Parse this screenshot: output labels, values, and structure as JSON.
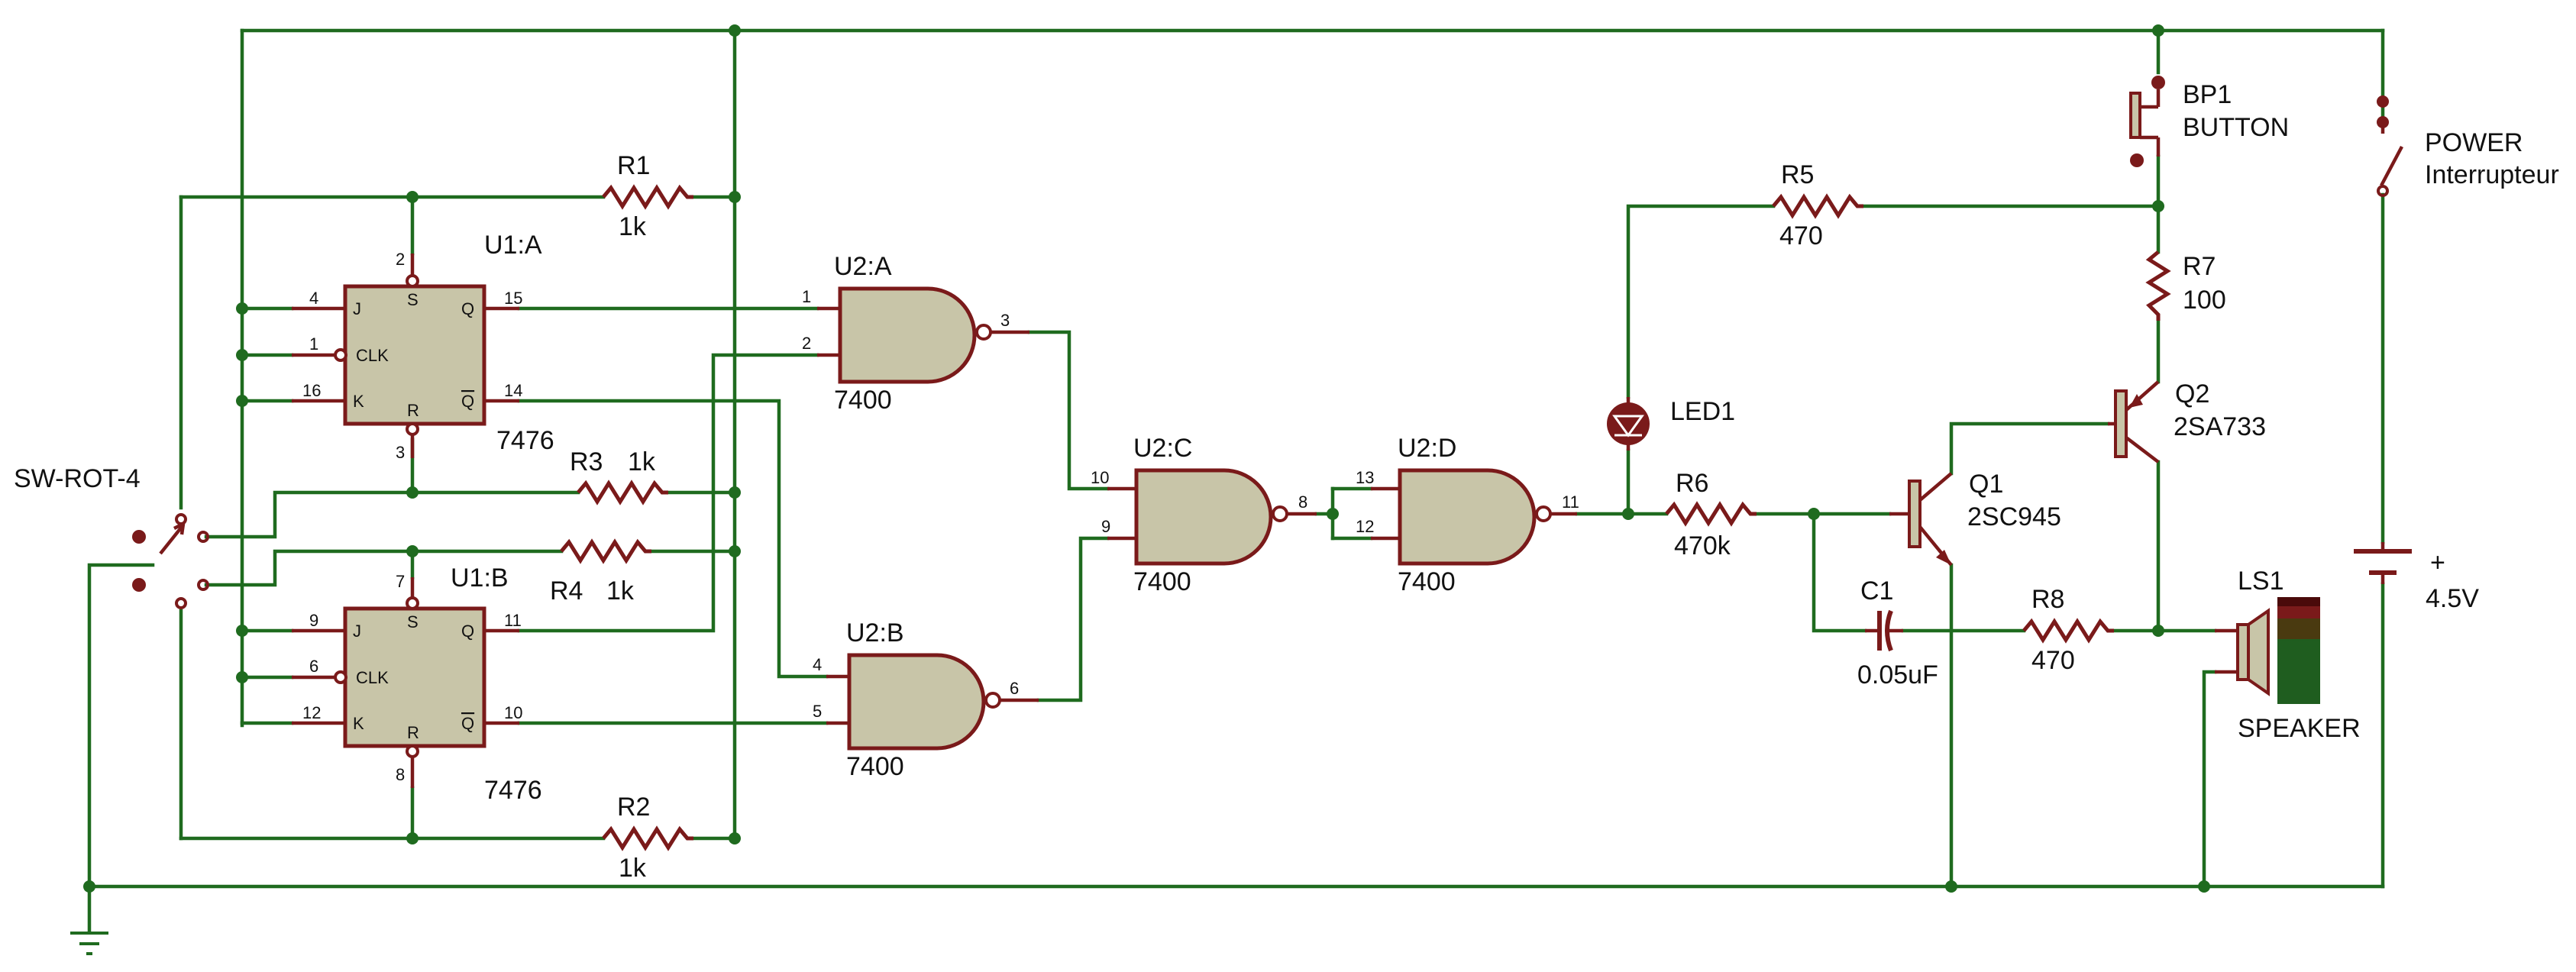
{
  "colors": {
    "wire": "#1f6b1f",
    "component": "#7a1a1a",
    "gate_fill": "#c8c5a8",
    "junction": "#1f6b1f"
  },
  "switch": {
    "name": "SW-ROT-4"
  },
  "flipflops": [
    {
      "ref": "U1:A",
      "part": "7476",
      "pins": {
        "J": "4",
        "CLK": "1",
        "K": "16",
        "S": "2",
        "R": "3",
        "Q": "15",
        "QN": "14"
      }
    },
    {
      "ref": "U1:B",
      "part": "7476",
      "pins": {
        "J": "9",
        "CLK": "6",
        "K": "12",
        "S": "7",
        "R": "8",
        "Q": "11",
        "QN": "10"
      }
    }
  ],
  "ff_pin_labels": {
    "J": "J",
    "CLK": "CLK",
    "K": "K",
    "S": "S",
    "R": "R",
    "Q": "Q",
    "QN": "Q"
  },
  "gates": [
    {
      "ref": "U2:A",
      "part": "7400",
      "in1": "1",
      "in2": "2",
      "out": "3"
    },
    {
      "ref": "U2:B",
      "part": "7400",
      "in1": "4",
      "in2": "5",
      "out": "6"
    },
    {
      "ref": "U2:C",
      "part": "7400",
      "in1": "10",
      "in2": "9",
      "out": "8"
    },
    {
      "ref": "U2:D",
      "part": "7400",
      "in1": "13",
      "in2": "12",
      "out": "11"
    }
  ],
  "resistors": [
    {
      "ref": "R1",
      "value": "1k"
    },
    {
      "ref": "R2",
      "value": "1k"
    },
    {
      "ref": "R3",
      "value": "1k"
    },
    {
      "ref": "R4",
      "value": "1k"
    },
    {
      "ref": "R5",
      "value": "470"
    },
    {
      "ref": "R6",
      "value": "470k"
    },
    {
      "ref": "R7",
      "value": "100"
    },
    {
      "ref": "R8",
      "value": "470"
    }
  ],
  "led": {
    "ref": "LED1"
  },
  "capacitor": {
    "ref": "C1",
    "value": "0.05uF"
  },
  "transistors": [
    {
      "ref": "Q1",
      "part": "2SC945"
    },
    {
      "ref": "Q2",
      "part": "2SA733"
    }
  ],
  "button": {
    "ref": "BP1",
    "part": "BUTTON"
  },
  "power_switch": {
    "ref": "POWER",
    "part": "Interrupteur"
  },
  "battery": {
    "plus": "+",
    "value": "4.5V"
  },
  "speaker": {
    "ref": "LS1",
    "part": "SPEAKER"
  }
}
